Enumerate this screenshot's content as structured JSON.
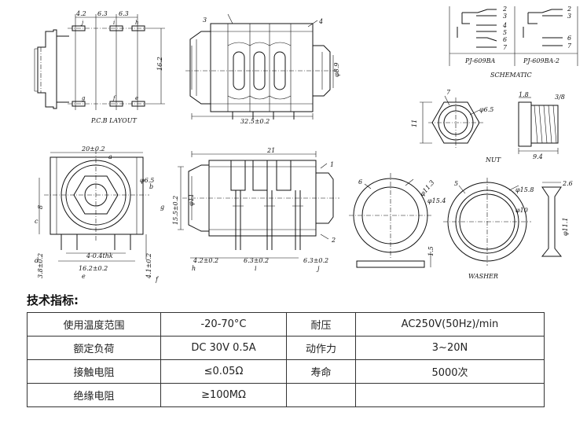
{
  "drawing": {
    "pcb": {
      "dims_top": [
        "4.2",
        "6.3",
        "6.3"
      ],
      "pin_labels_top": [
        "j",
        "i",
        "h"
      ],
      "pin_labels_bottom": [
        "g",
        "f",
        "e"
      ],
      "dim_height": "16.2",
      "caption": "P.C.B LAYOUT"
    },
    "side": {
      "callout_3": "3",
      "callout_4": "4",
      "dim_length": "32.5±0.2",
      "dim_diameter": "φ8.9"
    },
    "schematic": {
      "pins_left": [
        "2",
        "3",
        "4",
        "5",
        "6",
        "7"
      ],
      "pins_right": [
        "2",
        "3",
        "6",
        "7"
      ],
      "model_a": "PJ-609BA",
      "model_b": "PJ-609BA-2",
      "caption": "SCHEMATIC"
    },
    "nut": {
      "callout": "7",
      "dim_diameter": "φ6.5",
      "dim_height": "11",
      "caption": "NUT",
      "thread_dim_a": "1.8",
      "thread_dim_b": "3/8",
      "thread_length": "9.4"
    },
    "front": {
      "dim_width": "20±0.2",
      "dim_diameter": "φ6.5",
      "dim_pitch": "4-0.4thk",
      "dim_pcb": "16.2±0.2",
      "dim_c": "8",
      "dim_d": "3.8±0.2",
      "dim_f": "4.1±0.2",
      "letters": [
        "a",
        "b",
        "c",
        "d",
        "e",
        "f"
      ]
    },
    "side2": {
      "dim_length": "21",
      "dim_dia": "φ11",
      "dim_height": "15.5±0.2",
      "dim_h": "4.2±0.2",
      "dim_i": "6.3±0.2",
      "dim_j": "6.3±0.2",
      "callout_1": "1",
      "callout_2": "2",
      "letters": [
        "g",
        "h",
        "i",
        "j"
      ]
    },
    "washer_flat": {
      "callout": "6",
      "dim_outer": "φ11.3",
      "dim_inner": "φ15.4",
      "dim_thick": "1.5"
    },
    "washer_ring": {
      "callout": "5",
      "dim_outer": "φ15.8",
      "dim_inner": "φ10",
      "dim_height": "φ11.1",
      "dim_thick": "2.6",
      "caption": "WASHER"
    }
  },
  "specs": {
    "heading": "技术指标:",
    "rows": [
      [
        "使用温度范围",
        "-20-70°C",
        "耐压",
        "AC250V(50Hz)/min"
      ],
      [
        "额定负荷",
        "DC 30V 0.5A",
        "动作力",
        "3~20N"
      ],
      [
        "接触电阻",
        "≤0.05Ω",
        "寿命",
        "5000次"
      ],
      [
        "绝缘电阻",
        "≥100MΩ",
        "",
        ""
      ]
    ]
  }
}
